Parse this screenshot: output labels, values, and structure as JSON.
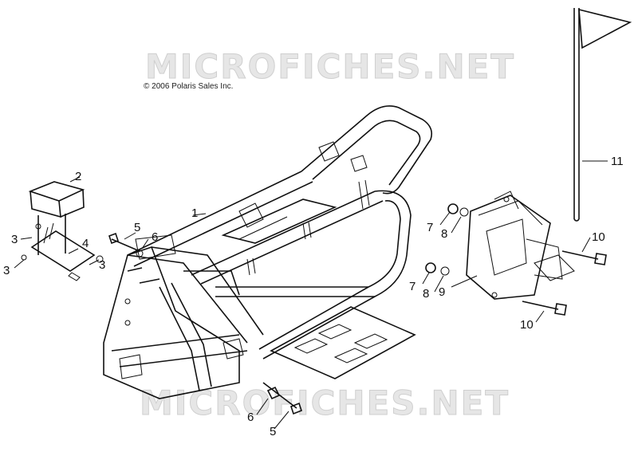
{
  "watermark": "MICROFICHES.NET",
  "copyright": "© 2006 Polaris Sales Inc.",
  "callouts": [
    {
      "id": "c1",
      "text": "1"
    },
    {
      "id": "c2",
      "text": "2"
    },
    {
      "id": "c3a",
      "text": "3"
    },
    {
      "id": "c3b",
      "text": "3"
    },
    {
      "id": "c3c",
      "text": "3"
    },
    {
      "id": "c4",
      "text": "4"
    },
    {
      "id": "c5a",
      "text": "5"
    },
    {
      "id": "c5b",
      "text": "5"
    },
    {
      "id": "c6a",
      "text": "6"
    },
    {
      "id": "c6b",
      "text": "6"
    },
    {
      "id": "c7a",
      "text": "7"
    },
    {
      "id": "c7b",
      "text": "7"
    },
    {
      "id": "c8a",
      "text": "8"
    },
    {
      "id": "c8b",
      "text": "8"
    },
    {
      "id": "c9",
      "text": "9"
    },
    {
      "id": "c10a",
      "text": "10"
    },
    {
      "id": "c10b",
      "text": "10"
    },
    {
      "id": "c11",
      "text": "11"
    }
  ]
}
